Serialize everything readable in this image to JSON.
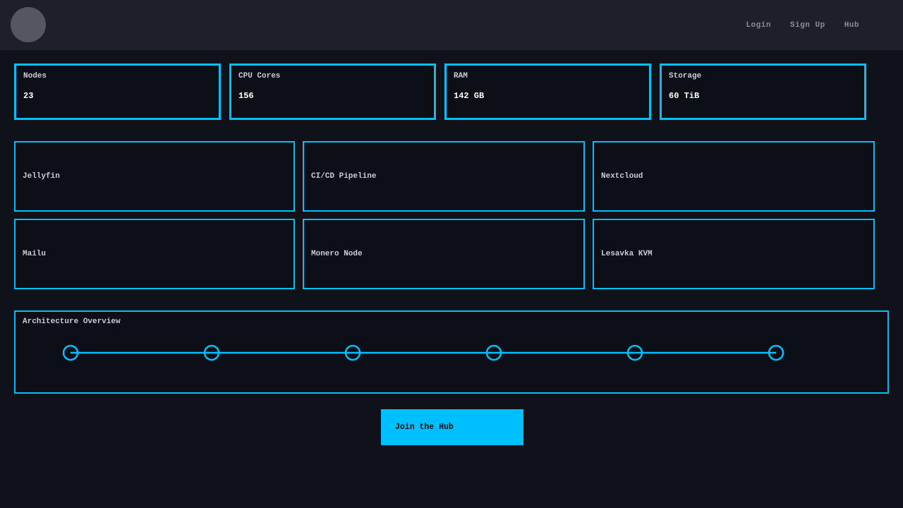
{
  "colors": {
    "accent": "#00bfff",
    "page_bg": "#10121a",
    "card_bg": "#0d0f16",
    "navbar_bg": "#1e2028",
    "avatar": "#55575f",
    "label_text": "#c9cbd8",
    "value_text": "#ffffff",
    "nav_link_text": "#8b8d98",
    "button_text": "#0a0c10"
  },
  "navbar": {
    "links": [
      {
        "label": "Login"
      },
      {
        "label": "Sign Up"
      },
      {
        "label": "Hub"
      }
    ]
  },
  "stats": [
    {
      "label": "Nodes",
      "value": "23"
    },
    {
      "label": "CPU Cores",
      "value": "156"
    },
    {
      "label": "RAM",
      "value": "142 GB"
    },
    {
      "label": "Storage",
      "value": "60 TiB"
    }
  ],
  "services": [
    {
      "name": "Jellyfin"
    },
    {
      "name": "CI/CD Pipeline"
    },
    {
      "name": "Nextcloud"
    },
    {
      "name": "Mailu"
    },
    {
      "name": "Monero Node"
    },
    {
      "name": "Lesavka KVM"
    }
  ],
  "architecture": {
    "title": "Architecture Overview",
    "node_count": 6
  },
  "cta": {
    "label": "Join the Hub"
  }
}
